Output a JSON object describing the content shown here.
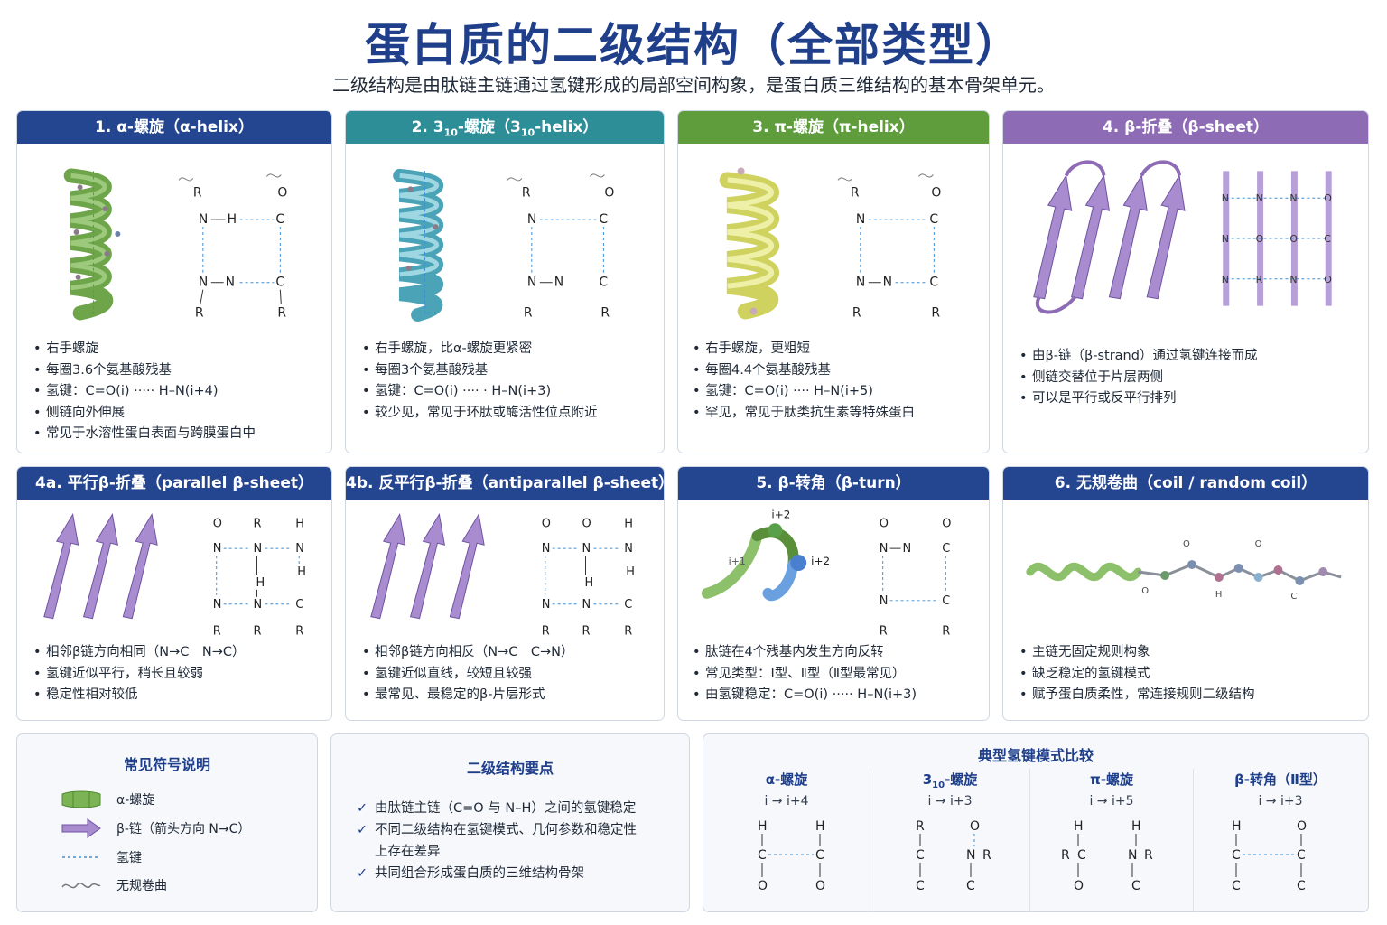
{
  "title": "蛋白质的二级结构（全部类型）",
  "subtitle": "二级结构是由肽链主链通过氢键形成的局部空间构象，是蛋白质三维结构的基本骨架单元。",
  "colors": {
    "navy": "#24458f",
    "teal": "#2d8e98",
    "green": "#5e9c3c",
    "purple": "#8d6bb5",
    "hbond": "#3b8fd6"
  },
  "cards": [
    {
      "title": "1. α-螺旋（α-helix）",
      "bullets": [
        "右手螺旋",
        "每圈3.6个氨基酸残基",
        "氢键：C=O(i) ····· H–N(i+4)",
        "侧链向外伸展",
        "常见于水溶性蛋白表面与跨膜蛋白中"
      ]
    },
    {
      "title_pre": "2. 3",
      "title_sub": "10",
      "title_mid": "-螺旋（3",
      "title_sub2": "10",
      "title_post": "-helix）",
      "bullets": [
        "右手螺旋，比α-螺旋更紧密",
        "每圈3个氨基酸残基",
        "氢键：C=O(i) ···· · H–N(i+3)",
        "较少见，常见于环肽或酶活性位点附近"
      ]
    },
    {
      "title": "3. π-螺旋（π-helix）",
      "bullets": [
        "右手螺旋，更粗短",
        "每圈4.4个氨基酸残基",
        "氢键：C=O(i) ···· H–N(i+5)",
        "罕见，常见于肽类抗生素等特殊蛋白"
      ]
    },
    {
      "title": "4. β-折叠（β-sheet）",
      "bullets": [
        "由β-链（β-strand）通过氢键连接而成",
        "侧链交替位于片层两侧",
        "可以是平行或反平行排列"
      ]
    },
    {
      "title": "4a. 平行β-折叠（parallel β-sheet）",
      "bullets": [
        "相邻β链方向相同（N→C　N→C）",
        "氢键近似平行，稍长且较弱",
        "稳定性相对较低"
      ]
    },
    {
      "title": "4b. 反平行β-折叠（antiparallel β-sheet）",
      "bullets": [
        "相邻β链方向相反（N→C　C→N）",
        "氢键近似直线，较短且较强",
        "最常见、最稳定的β-片层形式"
      ]
    },
    {
      "title": "5. β-转角（β-turn）",
      "bullets": [
        "肽链在4个残基内发生方向反转",
        "常见类型：Ⅰ型、Ⅱ型（Ⅱ型最常见）",
        "由氢键稳定：C=O(i) ····· H–N(i+3)"
      ]
    },
    {
      "title": "6. 无规卷曲（coil / random coil）",
      "bullets": [
        "主链无固定规则构象",
        "缺乏稳定的氢键模式",
        "赋予蛋白质柔性，常连接规则二级结构"
      ]
    }
  ],
  "diagram_labels": {
    "R": "R",
    "N": "N",
    "C": "C",
    "O": "O",
    "H": "H",
    "turn_i2": "i+2",
    "turn_i1": "i+1",
    "turn_i3": "i+2"
  },
  "legend": {
    "title": "常见符号说明",
    "items": [
      {
        "label": "α-螺旋",
        "icon": "helix-ribbon-icon"
      },
      {
        "label": "β-链（箭头方向 N→C）",
        "icon": "beta-arrow-icon"
      },
      {
        "label": "氢键",
        "icon": "hbond-dash-icon"
      },
      {
        "label": "无规卷曲",
        "icon": "coil-squiggle-icon"
      }
    ]
  },
  "keypoints": {
    "title": "二级结构要点",
    "items": [
      "由肽链主链（C=O 与 N–H）之间的氢键稳定",
      "不同二级结构在氢键模式、几何参数和稳定性上存在差异",
      "共同组合形成蛋白质的三维结构骨架"
    ]
  },
  "comparison": {
    "title": "典型氢键模式比较",
    "columns": [
      {
        "name": "α-螺旋",
        "rule": "i → i+4"
      },
      {
        "name_pre": "3",
        "name_sub": "10",
        "name_post": "-螺旋",
        "rule": "i → i+3"
      },
      {
        "name": "π-螺旋",
        "rule": "i → i+5"
      },
      {
        "name": "β-转角（Ⅱ型）",
        "rule": "i → i+3"
      }
    ]
  }
}
